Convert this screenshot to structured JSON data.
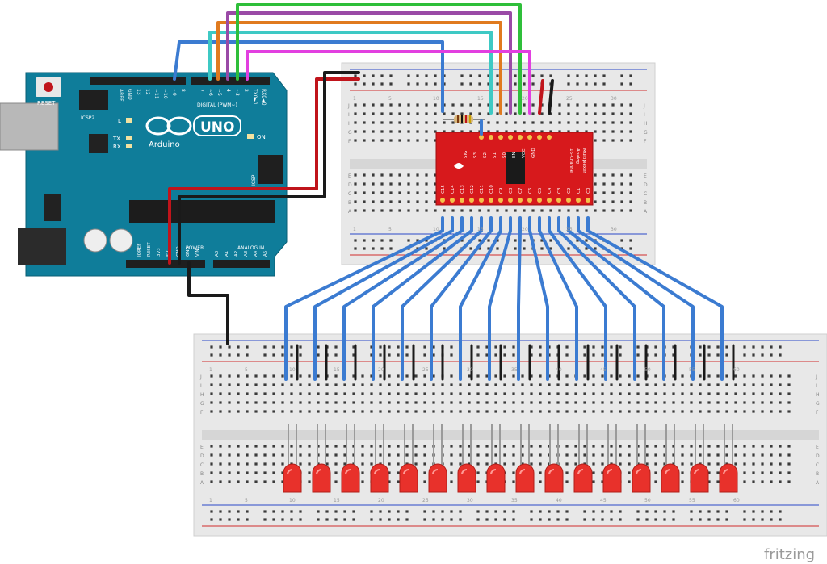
{
  "watermark": "fritzing",
  "arduino": {
    "reset_label": "RESET",
    "icsp2_label": "ICSP2",
    "uno_label": "UNO",
    "brand_label": "Arduino",
    "l_label": "L",
    "tx_label": "TX",
    "rx_label": "RX",
    "on_label": "ON",
    "icsp_label": "ICSP",
    "digital_label": "DIGITAL (PWM~)",
    "power_label": "POWER",
    "analog_label": "ANALOG IN",
    "digital_pins": [
      "AREF",
      "GND",
      "13",
      "12",
      "~11",
      "~10",
      "~9",
      "8",
      "7",
      "~6",
      "~5",
      "4",
      "~3",
      "2",
      "TX0►1",
      "RX0◄0"
    ],
    "power_pins": [
      "IOREF",
      "RESET",
      "3V3",
      "5V",
      "GND",
      "GND",
      "VIN"
    ],
    "analog_pins": [
      "A0",
      "A1",
      "A2",
      "A3",
      "A4",
      "A5"
    ]
  },
  "mux": {
    "top_pins": [
      "SIG",
      "S3",
      "S2",
      "S1",
      "S0",
      "EN",
      "VCC",
      "GND"
    ],
    "bottom_pins": [
      "C15",
      "C14",
      "C13",
      "C12",
      "C11",
      "C10",
      "C9",
      "C8",
      "C7",
      "C6",
      "C5",
      "C4",
      "C3",
      "C2",
      "C1",
      "C0"
    ],
    "title_lines": [
      "16-Channel",
      "Analog",
      "Multiplexer"
    ]
  },
  "breadboard_top": {
    "row_letters": [
      "J",
      "I",
      "H",
      "G",
      "F",
      "E",
      "D",
      "C",
      "B",
      "A"
    ],
    "col_numbers": [
      "1",
      "5",
      "10",
      "15",
      "20",
      "25",
      "30"
    ]
  },
  "breadboard_bottom": {
    "row_letters": [
      "J",
      "I",
      "H",
      "G",
      "F",
      "E",
      "D",
      "C",
      "B",
      "A"
    ],
    "col_numbers": [
      "1",
      "5",
      "10",
      "15",
      "20",
      "25",
      "30",
      "35",
      "40",
      "45",
      "50",
      "55",
      "60"
    ]
  },
  "wire_colors": {
    "blue": "#3b7bd1",
    "cyan": "#3ec9c4",
    "orange": "#e07a1f",
    "purple": "#9a4aa6",
    "green": "#2fbf3a",
    "magenta": "#e23fe0",
    "red": "#c0141b",
    "black": "#1a1a1a"
  },
  "colors": {
    "arduino_board": "#0f7d9a",
    "mux_board": "#d7191c",
    "breadboard": "#e8e8e8",
    "led": "#e8312b"
  },
  "led_count": 16
}
